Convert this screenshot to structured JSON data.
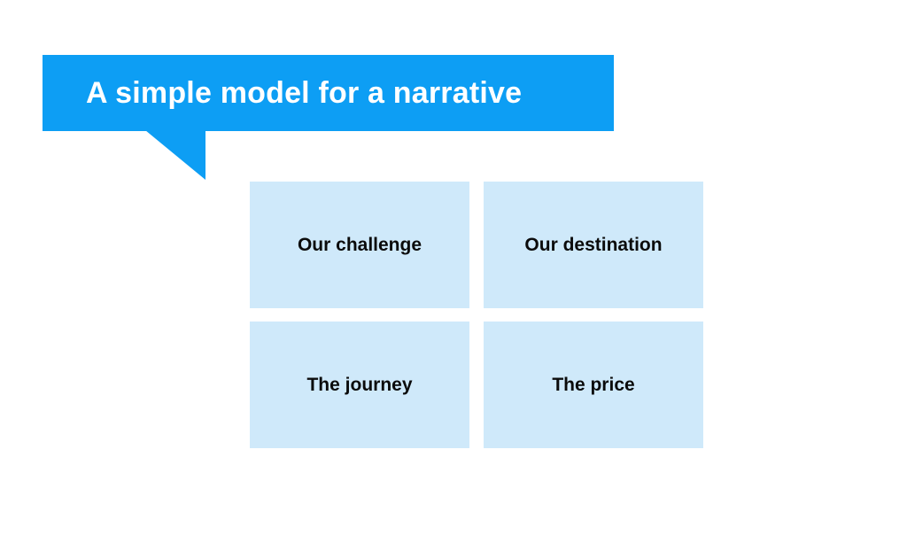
{
  "slide": {
    "title": {
      "text": "A simple model for a narrative"
    },
    "boxes": [
      {
        "label": "Our challenge"
      },
      {
        "label": "Our destination"
      },
      {
        "label": "The journey"
      },
      {
        "label": "The price"
      }
    ],
    "colors": {
      "accent": "#0d9ef4",
      "title_text": "#ffffff",
      "box_bg": "#cfe9fa",
      "box_text": "#0b0b0b",
      "background": "#ffffff"
    }
  }
}
